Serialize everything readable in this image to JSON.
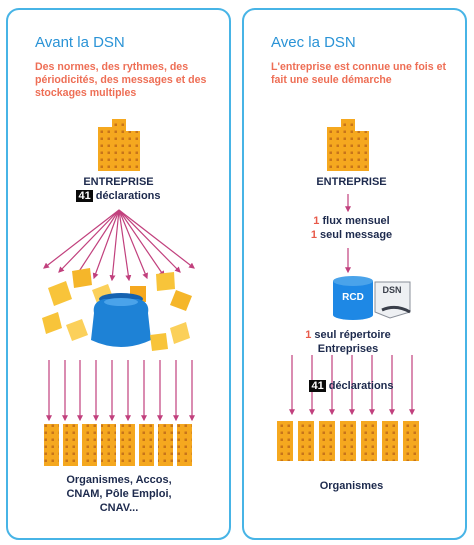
{
  "left": {
    "title": "Avant la DSN",
    "subtitle": "Des normes, des rythmes, des périodicités, des messages et des stockages multiples",
    "company": "ENTREPRISE",
    "declarations_count": "41",
    "declarations_label": "déclarations",
    "organisms": "Organismes, Accos, CNAM, Pôle Emploi, CNAV..."
  },
  "right": {
    "title": "Avec la DSN",
    "subtitle": "L'entreprise est connue une fois et fait une seule démarche",
    "company": "ENTREPRISE",
    "flux_count": "1",
    "flux_label": "flux mensuel",
    "message_count": "1",
    "message_label": "seul message",
    "rcd_badge": "RCD",
    "dsn_logo": "DSN",
    "repertoire_count": "1",
    "repertoire_label": "seul répertoire Entreprises",
    "declarations_count": "41",
    "declarations_label": "déclarations",
    "organisms": "Organismes"
  },
  "colors": {
    "border": "#47b4e6",
    "title": "#2a93d6",
    "subtitle": "#ee6e55",
    "arrow": "#c1407d",
    "building": "#f5a81f",
    "building_dark": "#d97f16",
    "database": "#1e88e5",
    "bag": "#1e82d6",
    "coin": "#f8c43a"
  },
  "icons": [
    "building-icon",
    "money-bag-icon",
    "database-icon",
    "dsn-logo-icon",
    "arrow-icon"
  ]
}
